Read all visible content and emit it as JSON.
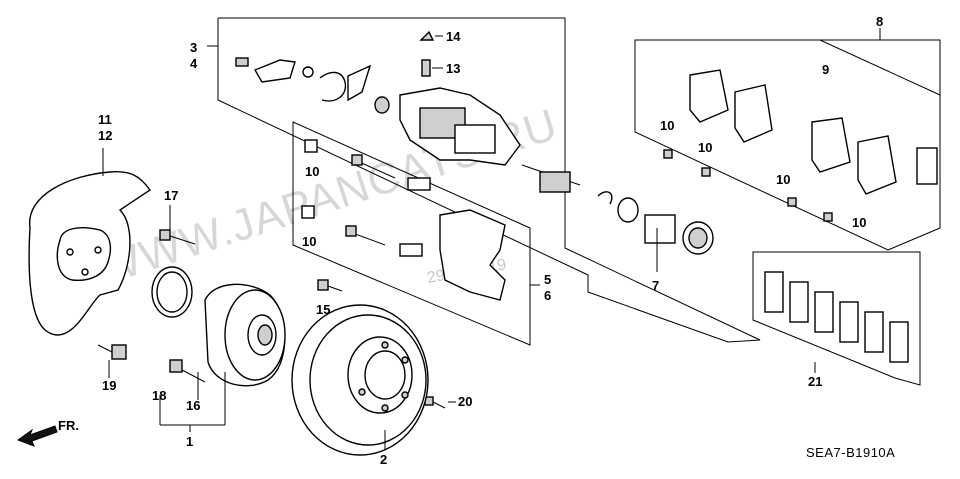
{
  "diagram": {
    "code": "SEA7-B1910A",
    "direction_label": "FR.",
    "watermark": "WWW.JAPANCATS.RU",
    "date_stamp": "29.07.2019"
  },
  "callouts": {
    "c1": "1",
    "c2": "2",
    "c3": "3",
    "c4": "4",
    "c5": "5",
    "c6": "6",
    "c7": "7",
    "c8": "8",
    "c9": "9",
    "c10a": "10",
    "c10b": "10",
    "c10c": "10",
    "c10d": "10",
    "c10e": "10",
    "c10f": "10",
    "c11": "11",
    "c12": "12",
    "c13": "13",
    "c14": "14",
    "c15": "15",
    "c16": "16",
    "c17": "17",
    "c18": "18",
    "c19": "19",
    "c20": "20",
    "c21": "21"
  }
}
